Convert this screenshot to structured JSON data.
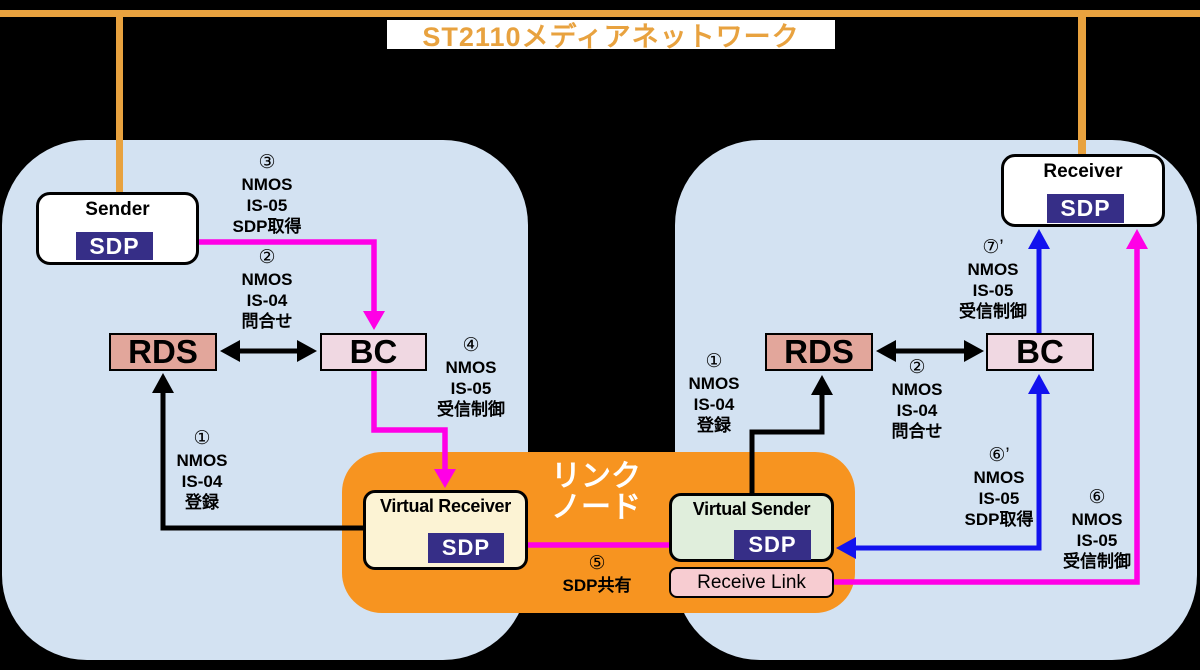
{
  "title": "ST2110メディアネットワーク",
  "colors": {
    "background": "#000000",
    "domain_fill": "#D3E2F2",
    "accent_orange": "#E8A23F",
    "node_orange": "#F79420",
    "magenta": "#FF00E6",
    "blue": "#1212EE",
    "rds_fill": "#E2A69B",
    "bc_fill": "#F0D8E2",
    "receive_link_fill": "#F7CCD1",
    "virtual_receiver_fill": "#FCF3D4",
    "virtual_sender_fill": "#E0EEDC",
    "sdp_fill": "#362E87"
  },
  "nodes": {
    "sender": {
      "label": "Sender",
      "sdp": "SDP"
    },
    "receiver": {
      "label": "Receiver",
      "sdp": "SDP"
    },
    "rds_left": {
      "label": "RDS"
    },
    "bc_left": {
      "label": "BC"
    },
    "rds_right": {
      "label": "RDS"
    },
    "bc_right": {
      "label": "BC"
    },
    "virtual_receiver": {
      "label": "Virtual Receiver",
      "sdp": "SDP"
    },
    "virtual_sender": {
      "label": "Virtual Sender",
      "sdp": "SDP"
    },
    "receive_link": {
      "label": "Receive Link"
    },
    "link_node": {
      "line1": "リンク",
      "line2": "ノード"
    }
  },
  "annotations": {
    "left_3": {
      "lines": [
        "③",
        "NMOS",
        "IS-05",
        "SDP取得"
      ]
    },
    "left_2": {
      "lines": [
        "②",
        "NMOS",
        "IS-04",
        "問合せ"
      ]
    },
    "left_4": {
      "lines": [
        "④",
        "NMOS",
        "IS-05",
        "受信制御"
      ]
    },
    "left_1": {
      "lines": [
        "①",
        "NMOS",
        "IS-04",
        "登録"
      ]
    },
    "center_5": {
      "lines": [
        "⑤",
        "SDP共有"
      ]
    },
    "right_1": {
      "lines": [
        "①",
        "NMOS",
        "IS-04",
        "登録"
      ]
    },
    "right_2": {
      "lines": [
        "②",
        "NMOS",
        "IS-04",
        "問合せ"
      ]
    },
    "right_7p": {
      "lines": [
        "⑦’",
        "NMOS",
        "IS-05",
        "受信制御"
      ]
    },
    "right_6p": {
      "lines": [
        "⑥’",
        "NMOS",
        "IS-05",
        "SDP取得"
      ]
    },
    "right_6": {
      "lines": [
        "⑥",
        "NMOS",
        "IS-05",
        "受信制御"
      ]
    }
  }
}
